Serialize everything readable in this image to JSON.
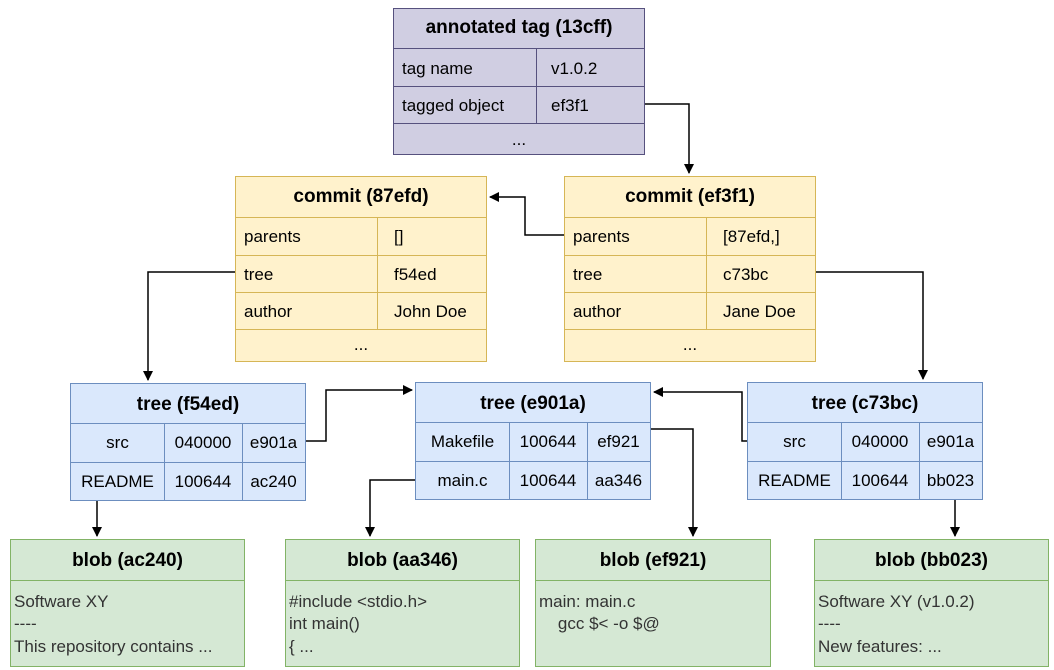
{
  "tag": {
    "title": "annotated tag (13cff)",
    "rows": [
      {
        "key": "tag name",
        "value": "v1.0.2"
      },
      {
        "key": "tagged object",
        "value": "ef3f1"
      }
    ],
    "ellipsis": "..."
  },
  "commits": [
    {
      "title": "commit (87efd)",
      "rows": [
        {
          "key": "parents",
          "value": "[]"
        },
        {
          "key": "tree",
          "value": "f54ed"
        },
        {
          "key": "author",
          "value": "John Doe"
        }
      ],
      "ellipsis": "..."
    },
    {
      "title": "commit (ef3f1)",
      "rows": [
        {
          "key": "parents",
          "value": "[87efd,]"
        },
        {
          "key": "tree",
          "value": "c73bc"
        },
        {
          "key": "author",
          "value": "Jane Doe"
        }
      ],
      "ellipsis": "..."
    }
  ],
  "trees": [
    {
      "title": "tree (f54ed)",
      "rows": [
        {
          "name": "src",
          "mode": "040000",
          "hash": "e901a"
        },
        {
          "name": "README",
          "mode": "100644",
          "hash": "ac240"
        }
      ]
    },
    {
      "title": "tree (e901a)",
      "rows": [
        {
          "name": "Makefile",
          "mode": "100644",
          "hash": "ef921"
        },
        {
          "name": "main.c",
          "mode": "100644",
          "hash": "aa346"
        }
      ]
    },
    {
      "title": "tree (c73bc)",
      "rows": [
        {
          "name": "src",
          "mode": "040000",
          "hash": "e901a"
        },
        {
          "name": "README",
          "mode": "100644",
          "hash": "bb023"
        }
      ]
    }
  ],
  "blobs": [
    {
      "title": "blob (ac240)",
      "lines": [
        "Software XY",
        "----",
        "This repository contains ..."
      ]
    },
    {
      "title": "blob (aa346)",
      "lines": [
        "#include <stdio.h>",
        "int main()",
        "{ ..."
      ]
    },
    {
      "title": "blob (ef921)",
      "lines": [
        "main: main.c",
        "    gcc $< -o $@"
      ]
    },
    {
      "title": "blob (bb023)",
      "lines": [
        "Software XY (v1.0.2)",
        "----",
        "New features: ..."
      ]
    }
  ]
}
